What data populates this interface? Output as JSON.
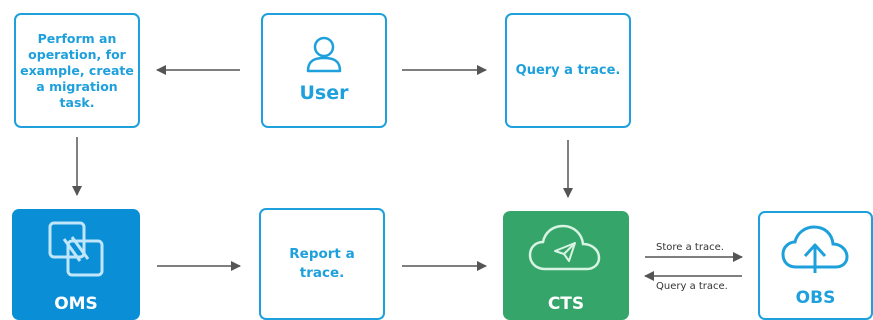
{
  "nodes": {
    "operation": "Perform an operation, for example, create a migration task.",
    "user": "User",
    "query": "Query a trace.",
    "oms": "OMS",
    "report": "Report a trace.",
    "cts": "CTS",
    "obs": "OBS"
  },
  "edges": {
    "store": "Store a trace.",
    "query_back": "Query a trace."
  },
  "colors": {
    "accent": "#1ea0dc",
    "oms_fill": "#0a8fd6",
    "cts_fill": "#36a56a",
    "arrow": "#555555"
  },
  "icons": {
    "user": "user-icon",
    "oms": "oms-migration-icon",
    "cts": "cloud-paper-plane-icon",
    "obs": "cloud-upload-icon"
  }
}
